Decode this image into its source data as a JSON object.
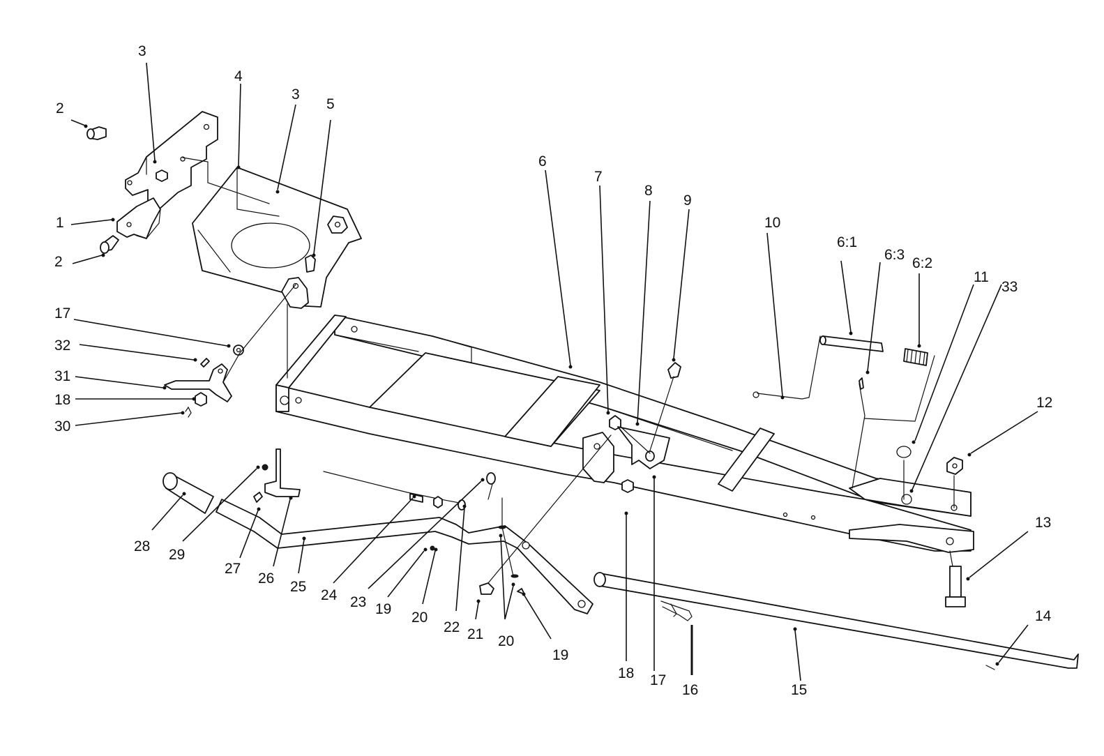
{
  "callouts": [
    {
      "id": "c-3a",
      "text": "3"
    },
    {
      "id": "c-2a",
      "text": "2"
    },
    {
      "id": "c-4",
      "text": "4"
    },
    {
      "id": "c-3b",
      "text": "3"
    },
    {
      "id": "c-5",
      "text": "5"
    },
    {
      "id": "c-1",
      "text": "1"
    },
    {
      "id": "c-2b",
      "text": "2"
    },
    {
      "id": "c-17a",
      "text": "17"
    },
    {
      "id": "c-32",
      "text": "32"
    },
    {
      "id": "c-31",
      "text": "31"
    },
    {
      "id": "c-18a",
      "text": "18"
    },
    {
      "id": "c-30",
      "text": "30"
    },
    {
      "id": "c-6",
      "text": "6"
    },
    {
      "id": "c-7",
      "text": "7"
    },
    {
      "id": "c-8",
      "text": "8"
    },
    {
      "id": "c-9",
      "text": "9"
    },
    {
      "id": "c-10",
      "text": "10"
    },
    {
      "id": "c-6-1",
      "text": "6:1"
    },
    {
      "id": "c-6-3",
      "text": "6:3"
    },
    {
      "id": "c-6-2",
      "text": "6:2"
    },
    {
      "id": "c-11",
      "text": "11"
    },
    {
      "id": "c-33",
      "text": "33"
    },
    {
      "id": "c-12",
      "text": "12"
    },
    {
      "id": "c-13",
      "text": "13"
    },
    {
      "id": "c-14",
      "text": "14"
    },
    {
      "id": "c-15",
      "text": "15"
    },
    {
      "id": "c-16",
      "text": "16"
    },
    {
      "id": "c-17b",
      "text": "17"
    },
    {
      "id": "c-18b",
      "text": "18"
    },
    {
      "id": "c-28",
      "text": "28"
    },
    {
      "id": "c-29",
      "text": "29"
    },
    {
      "id": "c-27",
      "text": "27"
    },
    {
      "id": "c-26",
      "text": "26"
    },
    {
      "id": "c-25",
      "text": "25"
    },
    {
      "id": "c-24",
      "text": "24"
    },
    {
      "id": "c-23",
      "text": "23"
    },
    {
      "id": "c-19a",
      "text": "19"
    },
    {
      "id": "c-20a",
      "text": "20"
    },
    {
      "id": "c-22",
      "text": "22"
    },
    {
      "id": "c-21",
      "text": "21"
    },
    {
      "id": "c-20b",
      "text": "20"
    },
    {
      "id": "c-19b",
      "text": "19"
    }
  ]
}
